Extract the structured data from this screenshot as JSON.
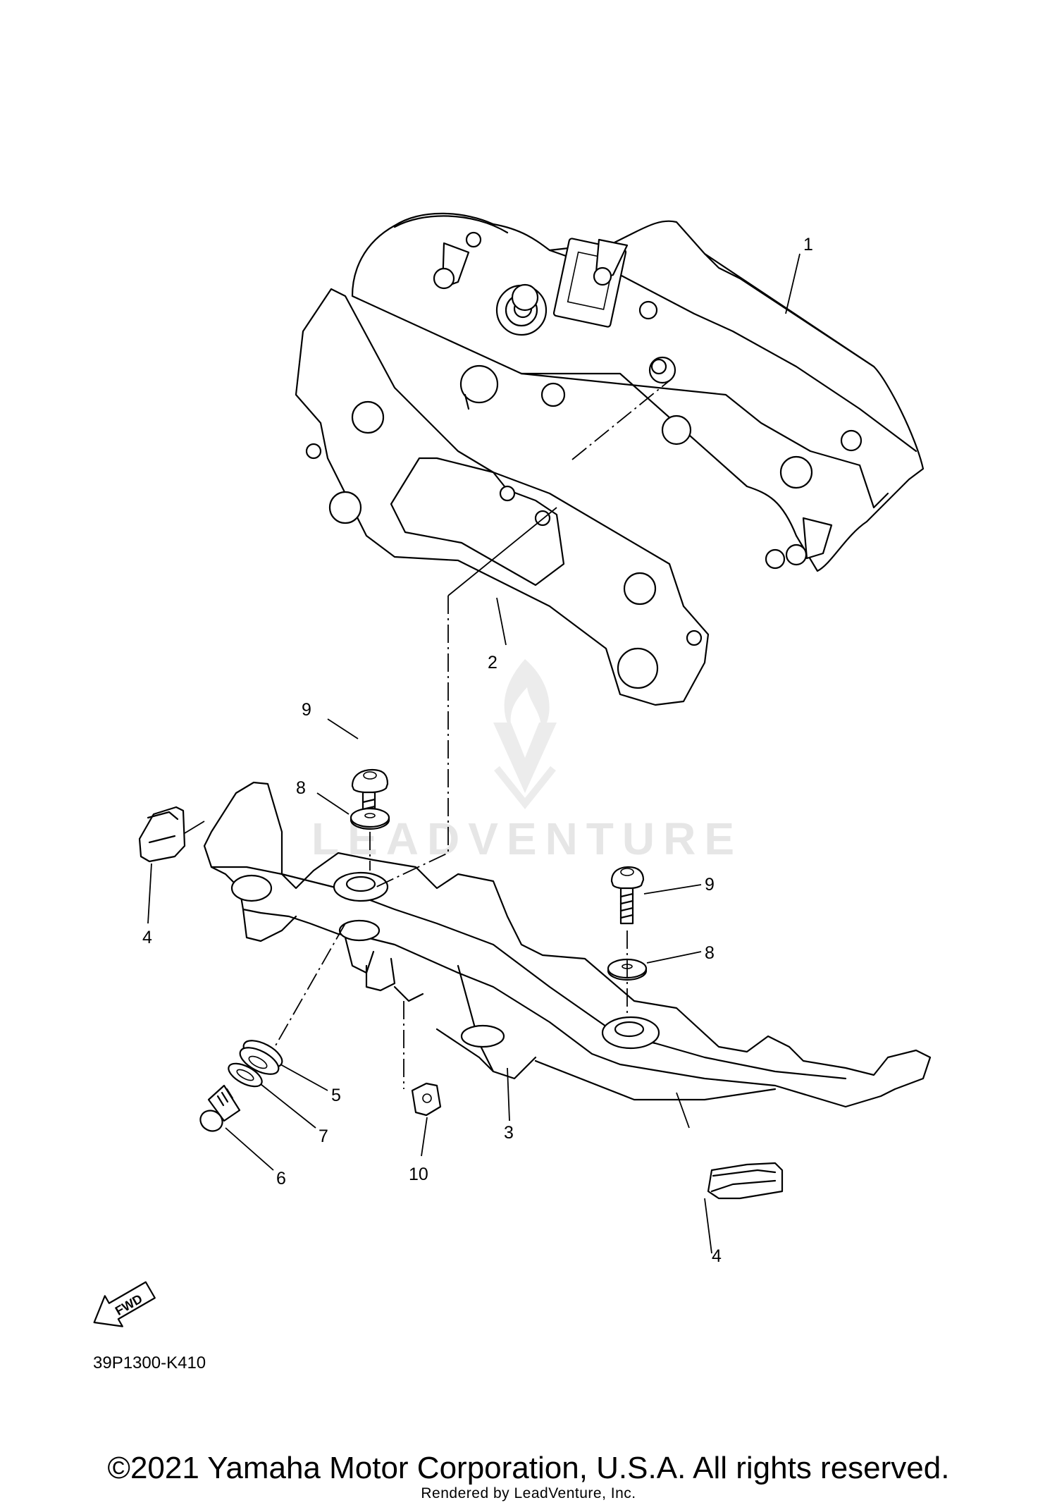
{
  "watermark": {
    "text": "LEADVENTURE"
  },
  "callouts": [
    {
      "id": "1",
      "label": "1"
    },
    {
      "id": "2",
      "label": "2"
    },
    {
      "id": "3",
      "label": "3"
    },
    {
      "id": "4a",
      "label": "4"
    },
    {
      "id": "4b",
      "label": "4"
    },
    {
      "id": "5",
      "label": "5"
    },
    {
      "id": "6",
      "label": "6"
    },
    {
      "id": "7",
      "label": "7"
    },
    {
      "id": "8a",
      "label": "8"
    },
    {
      "id": "8b",
      "label": "8"
    },
    {
      "id": "9a",
      "label": "9"
    },
    {
      "id": "9b",
      "label": "9"
    },
    {
      "id": "10",
      "label": "10"
    }
  ],
  "fwd_label": "FWD",
  "diagram_code": "39P1300-K410",
  "copyright": "©2021 Yamaha Motor Corporation, U.S.A. All rights reserved.",
  "rendered_by": "Rendered by LeadVenture, Inc."
}
